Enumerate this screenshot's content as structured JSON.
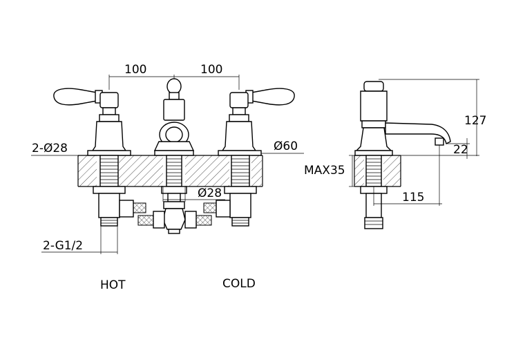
{
  "labels": {
    "dim_left_spacing": "100",
    "dim_right_spacing": "100",
    "dim_hole_dia": "2-Ø28",
    "dim_plate_dia": "Ø60",
    "dim_center_hole": "Ø28",
    "dim_thread": "2-G1/2",
    "label_hot": "HOT",
    "label_cold": "COLD",
    "dim_height": "127",
    "dim_spout_height": "22",
    "dim_max_deck": "MAX35",
    "dim_reach": "115"
  }
}
